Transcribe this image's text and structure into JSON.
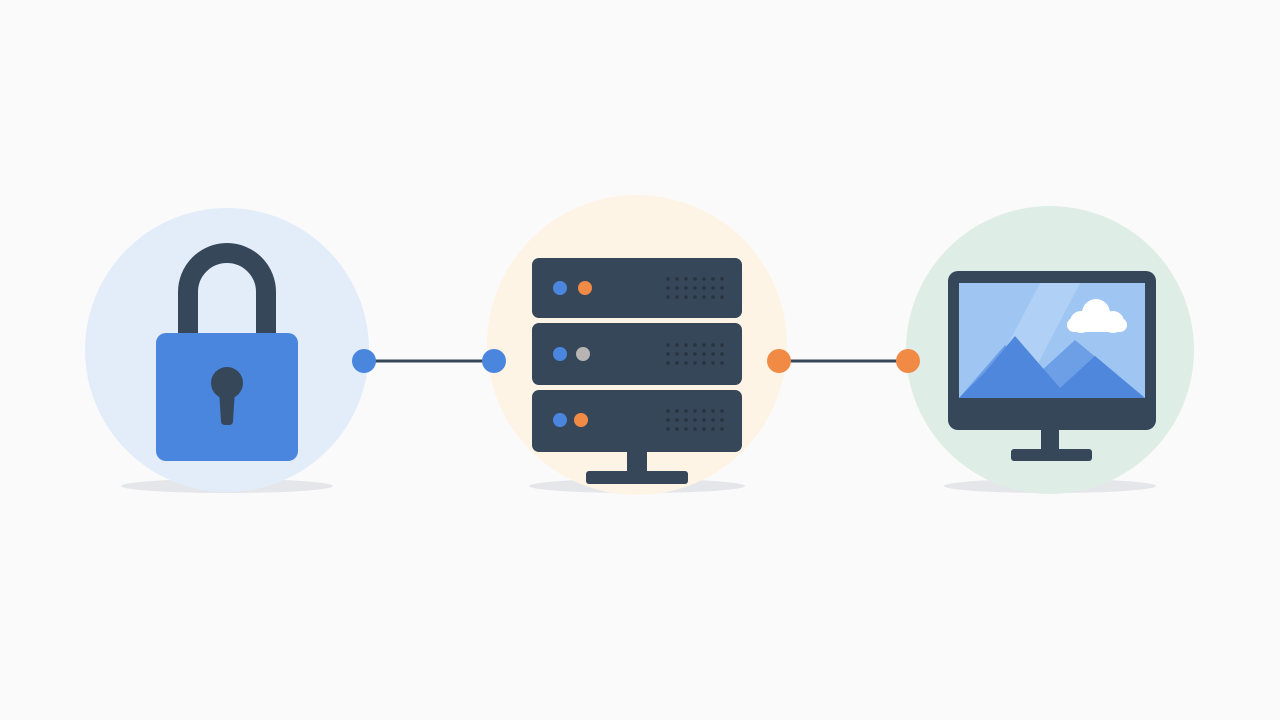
{
  "diagram": {
    "nodes": [
      {
        "id": "lock",
        "icon": "padlock-icon",
        "halo_color": "#e3edfa"
      },
      {
        "id": "server",
        "icon": "server-rack-icon",
        "halo_color": "#fdf4e6"
      },
      {
        "id": "monitor",
        "icon": "monitor-icon",
        "halo_color": "#dfede7"
      }
    ],
    "connections": [
      {
        "from": "lock",
        "to": "server",
        "endpoint_color": "#4a86dd"
      },
      {
        "from": "server",
        "to": "monitor",
        "endpoint_color": "#f18a45"
      }
    ],
    "colors": {
      "background": "#fbfafa",
      "dark": "#36475a",
      "blue": "#4a86dd",
      "orange": "#f18a45",
      "screen_sky": "#9fc6f3",
      "mountain_back": "#6d9fe6",
      "mountain_front": "#4f87dc",
      "shadow": "#e5e6ea"
    }
  }
}
